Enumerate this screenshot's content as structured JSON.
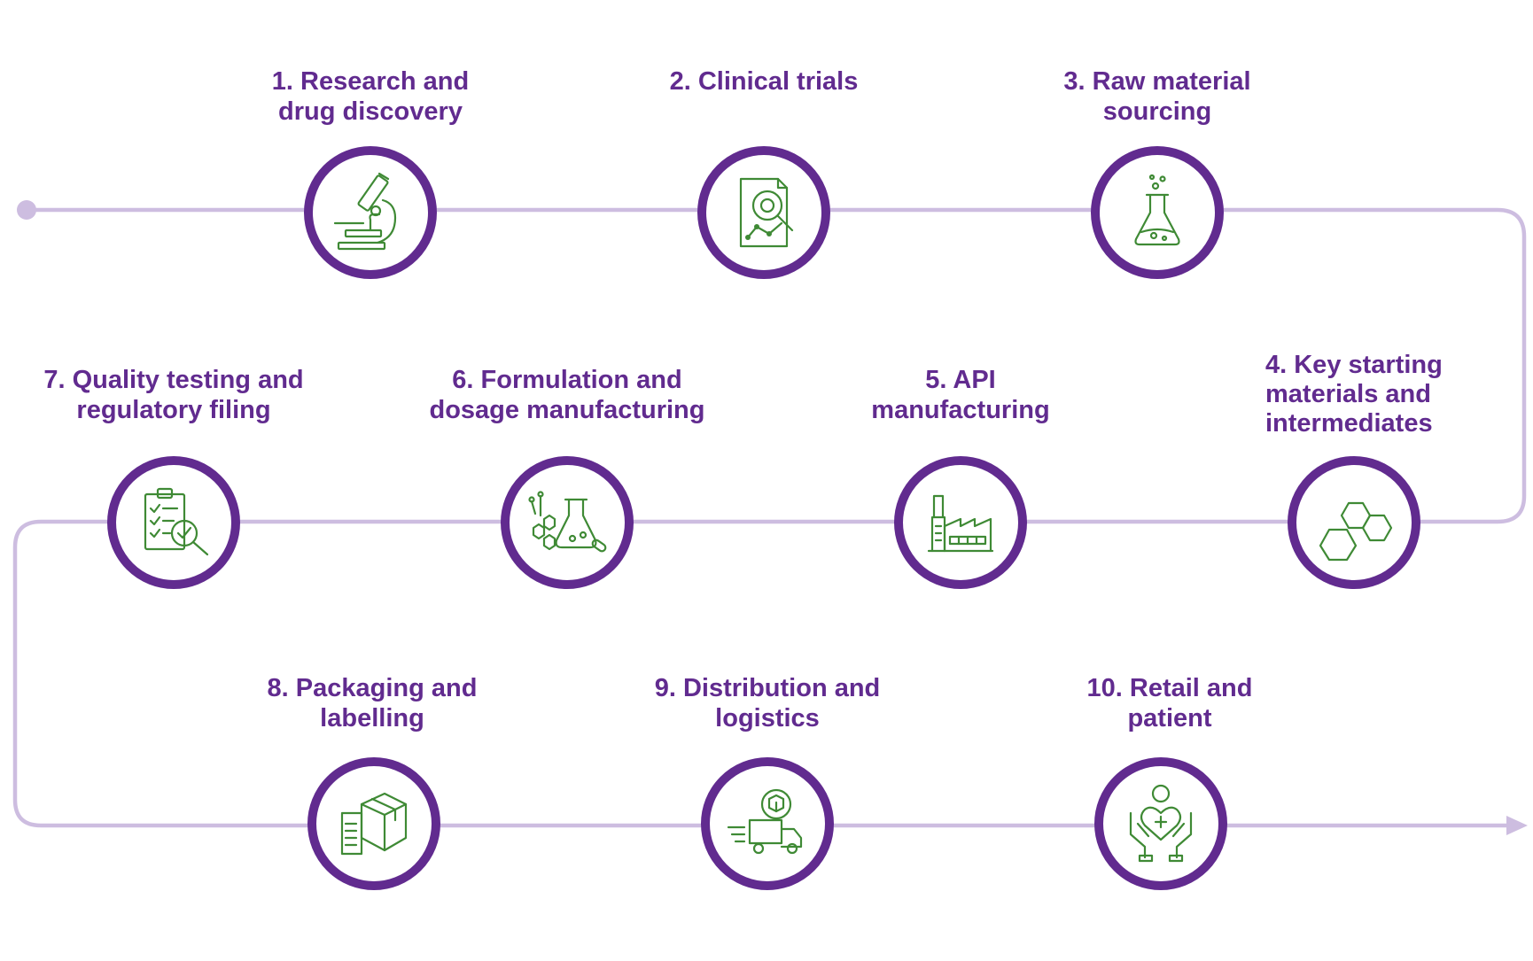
{
  "colors": {
    "accent_purple": "#612b8f",
    "path_lavender": "#cdbde0",
    "icon_green": "#3f8a35"
  },
  "steps": [
    {
      "label_lines": [
        "1. Research and",
        "drug discovery"
      ],
      "icon": "microscope-icon"
    },
    {
      "label_lines": [
        "2. Clinical trials"
      ],
      "icon": "clinical-report-icon"
    },
    {
      "label_lines": [
        "3. Raw material",
        "sourcing"
      ],
      "icon": "flask-icon"
    },
    {
      "label_lines": [
        "4. Key starting",
        "materials and",
        "intermediates"
      ],
      "icon": "molecule-icon"
    },
    {
      "label_lines": [
        "5. API",
        "manufacturing"
      ],
      "icon": "factory-icon"
    },
    {
      "label_lines": [
        "6. Formulation and",
        "dosage manufacturing"
      ],
      "icon": "lab-formulation-icon"
    },
    {
      "label_lines": [
        "7. Quality testing and",
        "regulatory filing"
      ],
      "icon": "quality-checklist-icon"
    },
    {
      "label_lines": [
        "8. Packaging and",
        "labelling"
      ],
      "icon": "package-icon"
    },
    {
      "label_lines": [
        "9. Distribution and",
        "logistics"
      ],
      "icon": "delivery-truck-icon"
    },
    {
      "label_lines": [
        "10. Retail and",
        "patient"
      ],
      "icon": "patient-care-icon"
    }
  ]
}
